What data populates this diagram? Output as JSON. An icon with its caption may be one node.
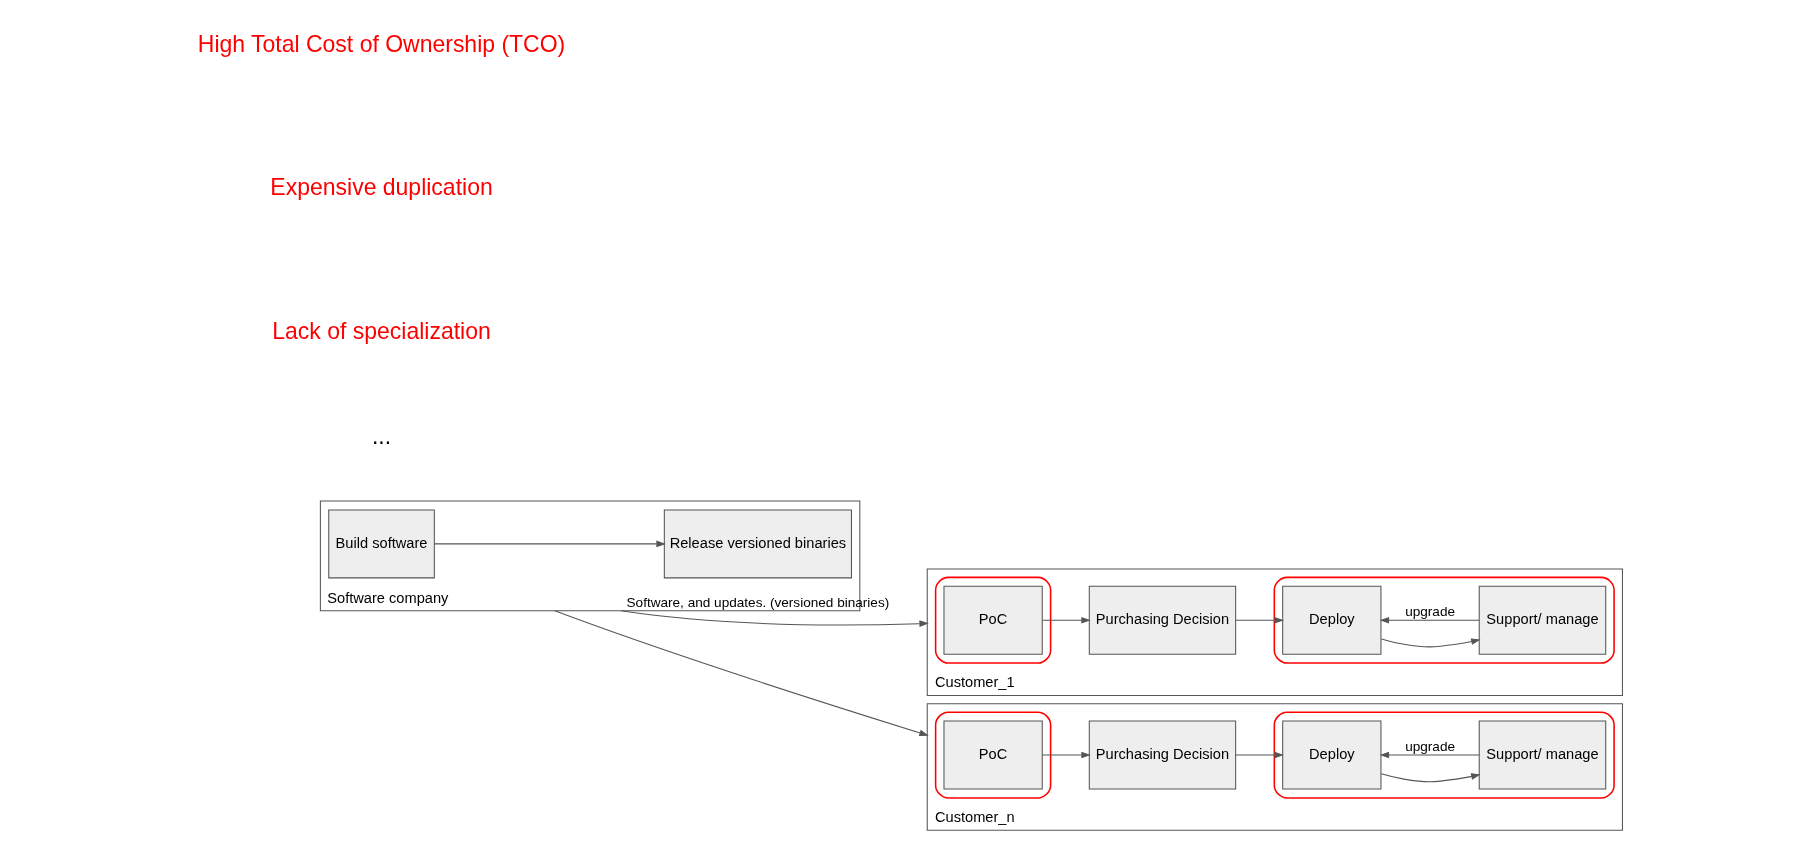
{
  "diagram": {
    "nodes": [
      {
        "text": [
          "Software company"
        ]
      },
      {
        "text": [
          "Build software"
        ],
        "in": 0
      },
      {
        "text": [
          "Release versioned binaries"
        ],
        "in": 0
      },
      {
        "text": [
          "Customer_1"
        ]
      },
      {
        "text": [],
        "shape": "ellipse",
        "in": 3
      },
      {
        "text": [
          "PoC"
        ],
        "in": 4
      },
      {
        "text": [
          "Purchasing Decision"
        ],
        "in": 3
      },
      {
        "text": [],
        "shape": "ellipse",
        "in": 3
      },
      {
        "text": [
          "Deploy"
        ],
        "in": 7
      },
      {
        "text": [
          "Support/ manage"
        ],
        "in": 7
      },
      {
        "text": [
          "Customer_n"
        ]
      },
      {
        "text": [],
        "shape": "ellipse",
        "in": 10
      },
      {
        "text": [
          "PoC"
        ],
        "in": 11
      },
      {
        "text": [
          "Purchasing Decision"
        ],
        "in": 10
      },
      {
        "text": [],
        "shape": "ellipse",
        "in": 10
      },
      {
        "text": [
          "Deploy"
        ],
        "in": 14
      },
      {
        "text": [
          "Support/ manage"
        ],
        "in": 14
      }
    ],
    "edges": [
      {
        "from": 1,
        "to": 2,
        "arrow": "to"
      },
      {
        "from": 0,
        "to": 3,
        "arrow": "to",
        "label": "Software, and updates. (versioned binaries)"
      },
      {
        "from": 0,
        "to": 10,
        "arrow": "to"
      },
      {
        "from": 5,
        "to": 6,
        "arrow": "to"
      },
      {
        "from": 6,
        "to": 8,
        "arrow": "to"
      },
      {
        "from": 8,
        "to": 9,
        "arrow": "to"
      },
      {
        "from": 9,
        "to": 8,
        "arrow": "to",
        "label": "upgrade"
      },
      {
        "from": 12,
        "to": 13,
        "arrow": "to"
      },
      {
        "from": 13,
        "to": 15,
        "arrow": "to"
      },
      {
        "from": 15,
        "to": 16,
        "arrow": "to"
      },
      {
        "from": 16,
        "to": 15,
        "arrow": "to",
        "label": "upgrade"
      }
    ],
    "labels": [
      "...",
      "High Total Cost of Ownership (TCO)",
      "Expensive duplication",
      "Lack of specialization"
    ]
  }
}
